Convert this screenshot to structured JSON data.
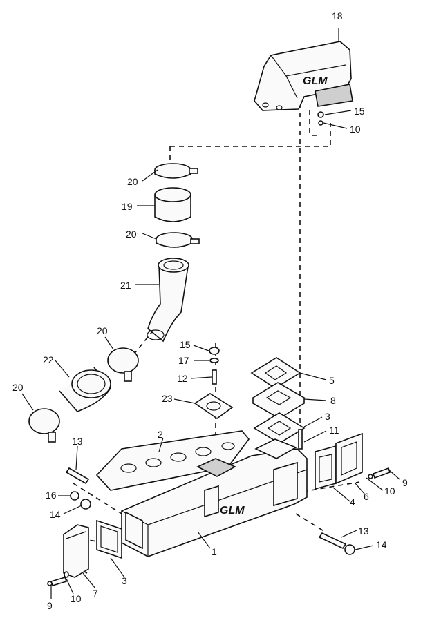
{
  "brand_text": "GLM",
  "callouts": [
    {
      "id": "c18",
      "text": "18"
    },
    {
      "id": "c15a",
      "text": "15"
    },
    {
      "id": "c10a",
      "text": "10"
    },
    {
      "id": "c20a",
      "text": "20"
    },
    {
      "id": "c19",
      "text": "19"
    },
    {
      "id": "c20b",
      "text": "20"
    },
    {
      "id": "c21",
      "text": "21"
    },
    {
      "id": "c20c",
      "text": "20"
    },
    {
      "id": "c22",
      "text": "22"
    },
    {
      "id": "c20d",
      "text": "20"
    },
    {
      "id": "c15b",
      "text": "15"
    },
    {
      "id": "c17",
      "text": "17"
    },
    {
      "id": "c12",
      "text": "12"
    },
    {
      "id": "c23",
      "text": "23"
    },
    {
      "id": "c5",
      "text": "5"
    },
    {
      "id": "c8",
      "text": "8"
    },
    {
      "id": "c3a",
      "text": "3"
    },
    {
      "id": "c11",
      "text": "11"
    },
    {
      "id": "c13a",
      "text": "13"
    },
    {
      "id": "c2",
      "text": "2"
    },
    {
      "id": "c9a",
      "text": "9"
    },
    {
      "id": "c10b",
      "text": "10"
    },
    {
      "id": "c6",
      "text": "6"
    },
    {
      "id": "c4",
      "text": "4"
    },
    {
      "id": "c16",
      "text": "16"
    },
    {
      "id": "c14a",
      "text": "14"
    },
    {
      "id": "c1",
      "text": "1"
    },
    {
      "id": "c13b",
      "text": "13"
    },
    {
      "id": "c14b",
      "text": "14"
    },
    {
      "id": "c3b",
      "text": "3"
    },
    {
      "id": "c7",
      "text": "7"
    },
    {
      "id": "c10c",
      "text": "10"
    },
    {
      "id": "c9b",
      "text": "9"
    }
  ]
}
